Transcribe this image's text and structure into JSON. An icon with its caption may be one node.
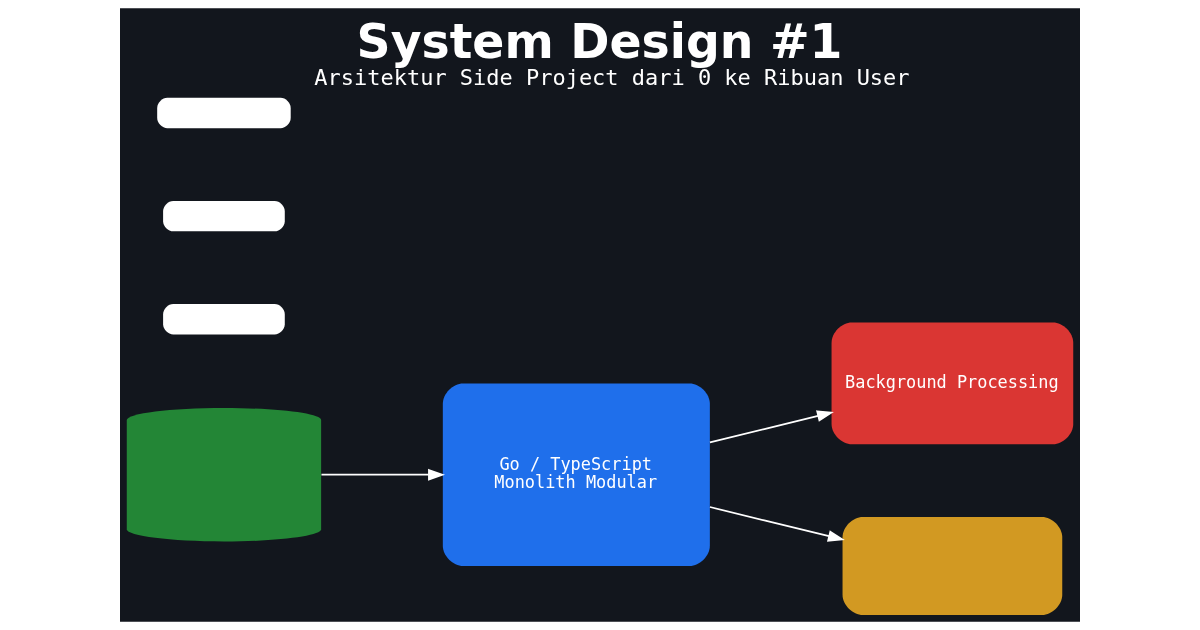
{
  "diagram": {
    "title": "System Design #1",
    "caption": "Arsitektur Side Project dari 0 ke Ribuan User",
    "nodes": [
      {
        "text": [],
        "shape": "cylinder"
      },
      {
        "text": [
          "Go / TypeScript",
          "Monolith Modular"
        ]
      },
      {
        "text": [
          "Background Processing"
        ]
      },
      {
        "text": [],
        "shape": "box"
      },
      {
        "text": [],
        "shape": "box"
      },
      {
        "text": [],
        "shape": "box"
      },
      {
        "text": [],
        "shape": "box"
      }
    ],
    "edges": [
      {
        "from": 0,
        "to": 1,
        "arrow": "to"
      },
      {
        "from": 1,
        "to": 2,
        "arrow": "to"
      },
      {
        "from": 1,
        "to": 3,
        "arrow": "to"
      }
    ]
  }
}
